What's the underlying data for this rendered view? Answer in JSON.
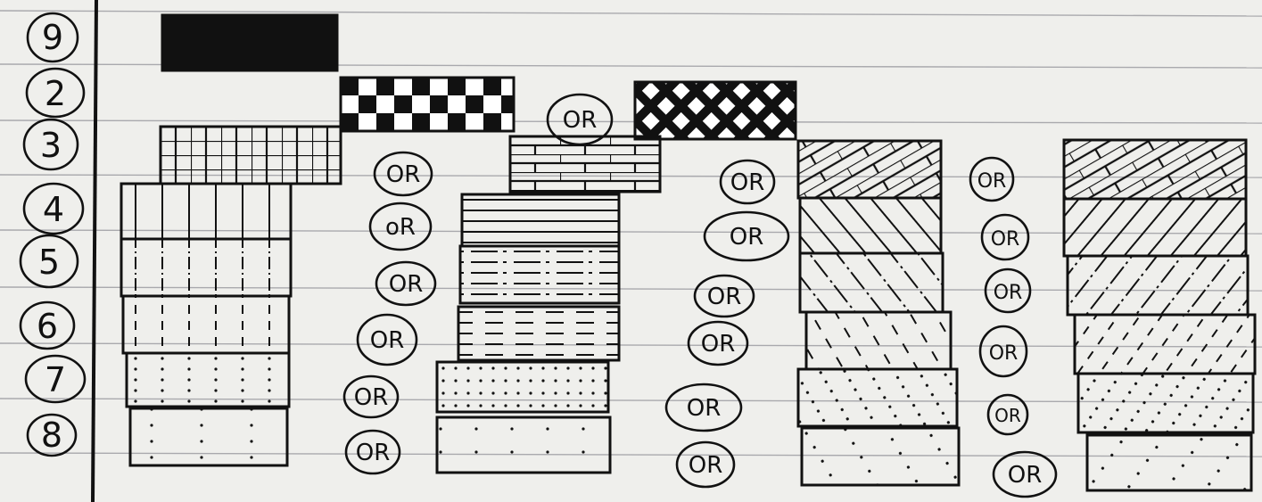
{
  "row_labels": [
    "9",
    "2",
    "3",
    "4",
    "5",
    "6",
    "7",
    "8"
  ],
  "or_label": "OR",
  "or_label_variants": [
    "OR",
    "OR",
    "OR",
    "OR",
    "OR",
    "OR",
    "oR",
    "OR",
    "OR",
    "OR",
    "OR",
    "OR",
    "OR",
    "OR",
    "OR",
    "OR",
    "OR",
    "OR"
  ],
  "colors": {
    "paper": "#efefec",
    "rule_line": "#a9a9ad",
    "margin_line": "#111111",
    "ink": "#111111"
  },
  "legend_rows": [
    {
      "number": "9",
      "patterns": [
        "solid-black-fill"
      ]
    },
    {
      "number": "2",
      "patterns": [
        "checkerboard",
        "diagonal-crosshatch"
      ]
    },
    {
      "number": "3",
      "patterns": [
        "grid-blocks",
        "brick",
        "diagonal-brick",
        "diagonal-brick"
      ]
    },
    {
      "number": "4",
      "patterns": [
        "vertical-lines",
        "horizontal-lines",
        "diagonal-lines",
        "diagonal-lines"
      ]
    },
    {
      "number": "5",
      "patterns": [
        "vertical-dash-dot",
        "horizontal-dash-dot",
        "diagonal-dash-dot",
        "diagonal-dash-dot"
      ]
    },
    {
      "number": "6",
      "patterns": [
        "vertical-dashed",
        "horizontal-dashed",
        "diagonal-dashed",
        "diagonal-dashed"
      ]
    },
    {
      "number": "7",
      "patterns": [
        "vertical-dotted",
        "horizontal-dotted",
        "diagonal-dotted",
        "diagonal-dotted"
      ]
    },
    {
      "number": "8",
      "patterns": [
        "sparse-vertical-dots",
        "sparse-horizontal-dots",
        "sparse-diagonal-dots",
        "sparse-diagonal-dots"
      ]
    }
  ]
}
